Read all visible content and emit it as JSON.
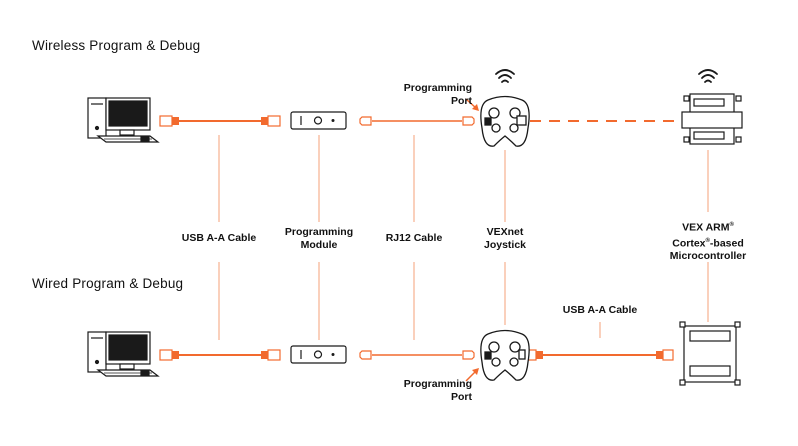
{
  "titles": {
    "wireless": "Wireless Program & Debug",
    "wired": "Wired Program & Debug"
  },
  "labels": {
    "usb_cable": "USB A-A Cable",
    "programming_module_1": "Programming",
    "programming_module_2": "Module",
    "rj12_cable": "RJ12 Cable",
    "vexnet_1": "VEXnet",
    "vexnet_2": "Joystick",
    "vex_arm_1": "VEX ARM",
    "vex_arm_2": "Cortex",
    "vex_arm_2b": "-based",
    "vex_arm_3": "Microcontroller",
    "reg_mark": "®",
    "usb_cable_wired": "USB A-A Cable",
    "programming_port_top_1": "Programming",
    "programming_port_top_2": "Port",
    "programming_port_bottom_1": "Programming",
    "programming_port_bottom_2": "Port"
  },
  "colors": {
    "accent": "#f26a2e",
    "line": "#f5a27a",
    "ink": "#1a1a1a"
  },
  "icons": {
    "computer": "computer-icon",
    "module": "programming-module-icon",
    "joystick": "joystick-icon",
    "controller": "microcontroller-icon",
    "wifi": "wifi-icon"
  }
}
